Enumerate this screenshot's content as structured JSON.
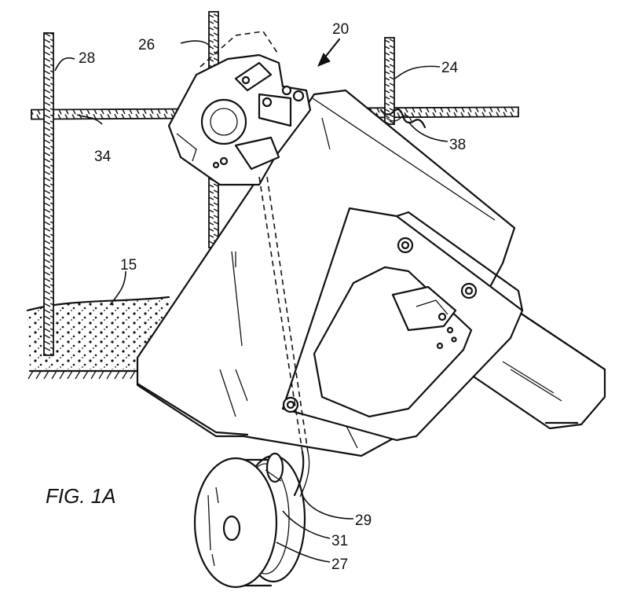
{
  "figure": {
    "caption": "FIG. 1A",
    "labels": {
      "l15": "15",
      "l20": "20",
      "l24": "24",
      "l26": "26",
      "l27": "27",
      "l28": "28",
      "l29": "29",
      "l31": "31",
      "l34": "34",
      "l38": "38"
    }
  }
}
